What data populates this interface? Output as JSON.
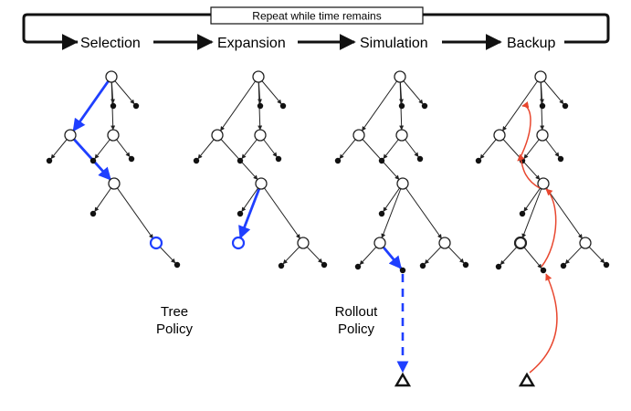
{
  "loop": {
    "label": "Repeat while time remains"
  },
  "phases": [
    {
      "name": "Selection"
    },
    {
      "name": "Expansion"
    },
    {
      "name": "Simulation"
    },
    {
      "name": "Backup"
    }
  ],
  "annotations": {
    "tree_policy": [
      "Tree",
      "Policy"
    ],
    "rollout_policy": [
      "Rollout",
      "Policy"
    ]
  },
  "colors": {
    "selection_path": "#1f3fff",
    "backup_path": "#e8472f",
    "tree": "#222222"
  }
}
